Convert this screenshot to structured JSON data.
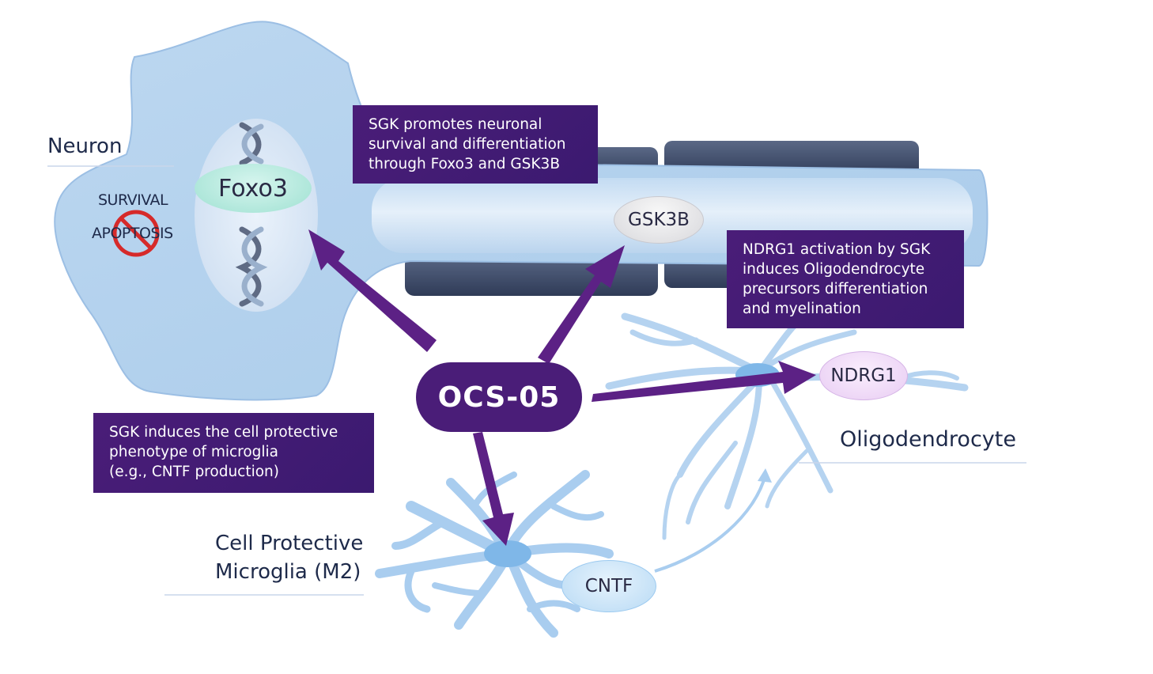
{
  "labels": {
    "neuron": "Neuron",
    "oligodendrocyte": "Oligodendrocyte",
    "microglia_line1": "Cell Protective",
    "microglia_line2": "Microglia (M2)",
    "survival": "SURVIVAL",
    "apoptosis": "APOPTOSIS"
  },
  "nodes": {
    "foxo3": "Foxo3",
    "gsk3b": "GSK3B",
    "ndrg1": "NDRG1",
    "cntf": "CNTF",
    "ocs05": "OCS-05"
  },
  "boxes": {
    "sgk_neuronal": [
      "SGK promotes neuronal",
      "survival and differentiation",
      "through Foxo3 and GSK3B"
    ],
    "ndrg1_activation": [
      "NDRG1 activation by SGK",
      "induces Oligodendrocyte",
      "precursors differentiation",
      "and myelination"
    ],
    "sgk_microglia": [
      "SGK induces the cell protective",
      "phenotype of microglia",
      "(e.g., CNTF production)"
    ]
  },
  "icons": {
    "prohibition": "no-sign-icon",
    "dna": "dna-helix-icon"
  },
  "colors": {
    "accent_purple": "#4a1d78",
    "arrow_purple": "#5c2185",
    "cell_blue": "#b9d6ef",
    "axon_dark": "#3c4a6a",
    "foxo3_teal": "#a8e6d8",
    "ndrg1_pink": "#efd7f5",
    "prohibition_red": "#d62a2a"
  }
}
